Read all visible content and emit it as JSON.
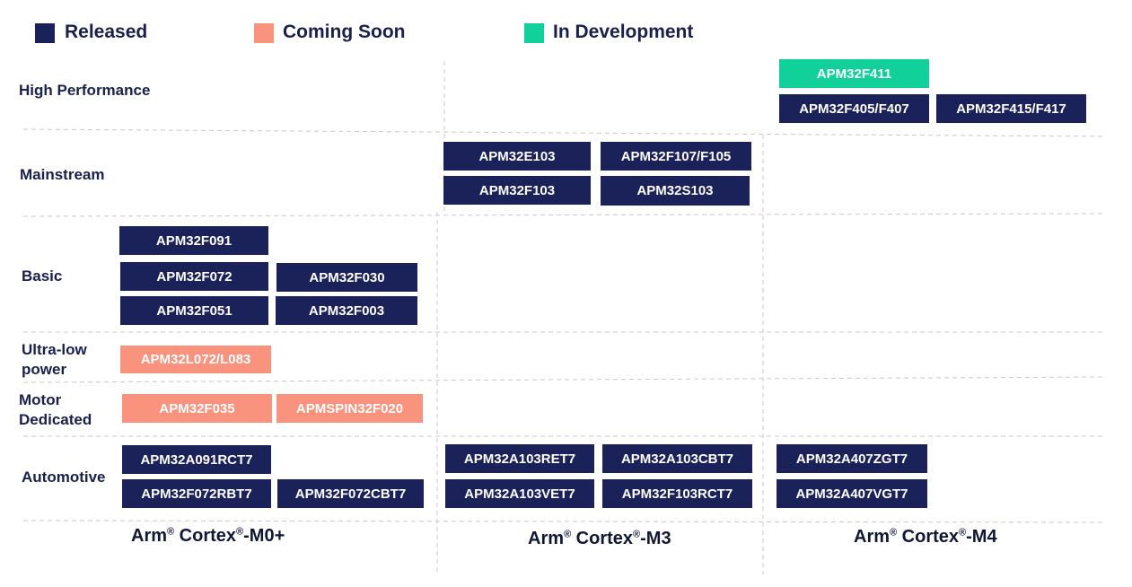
{
  "colors": {
    "released": "#1b2159",
    "coming_soon": "#f9937d",
    "in_development": "#12d09a",
    "grid": "#c8c8c8",
    "text": "#1a1f4b"
  },
  "legend": {
    "released": "Released",
    "coming_soon": "Coming Soon",
    "in_development": "In Development"
  },
  "rows": {
    "high_performance": "High Performance",
    "mainstream": "Mainstream",
    "basic": "Basic",
    "ultra_low_power_1": "Ultra-low",
    "ultra_low_power_2": "power",
    "motor_dedicated_1": "Motor",
    "motor_dedicated_2": "Dedicated",
    "automotive": "Automotive"
  },
  "columns": {
    "m0plus": {
      "arm": "Arm",
      "reg1": "®",
      "cortex": " Cortex",
      "reg2": "®",
      "core": "-M0+"
    },
    "m3": {
      "arm": "Arm",
      "reg1": "®",
      "cortex": " Cortex",
      "reg2": "®",
      "core": "-M3"
    },
    "m4": {
      "arm": "Arm",
      "reg1": "®",
      "cortex": " Cortex",
      "reg2": "®",
      "core": "-M4"
    }
  },
  "chips": {
    "f411": {
      "label": "APM32F411",
      "status": "in_development"
    },
    "f405": {
      "label": "APM32F405/F407",
      "status": "released"
    },
    "f415": {
      "label": "APM32F415/F417",
      "status": "released"
    },
    "e103": {
      "label": "APM32E103",
      "status": "released"
    },
    "f107": {
      "label": "APM32F107/F105",
      "status": "released"
    },
    "f103": {
      "label": "APM32F103",
      "status": "released"
    },
    "s103": {
      "label": "APM32S103",
      "status": "released"
    },
    "f091": {
      "label": "APM32F091",
      "status": "released"
    },
    "f072": {
      "label": "APM32F072",
      "status": "released"
    },
    "f030": {
      "label": "APM32F030",
      "status": "released"
    },
    "f051": {
      "label": "APM32F051",
      "status": "released"
    },
    "f003": {
      "label": "APM32F003",
      "status": "released"
    },
    "l072": {
      "label": "APM32L072/L083",
      "status": "coming_soon"
    },
    "f035": {
      "label": "APM32F035",
      "status": "coming_soon"
    },
    "spin": {
      "label": "APMSPIN32F020",
      "status": "coming_soon"
    },
    "a091": {
      "label": "APM32A091RCT7",
      "status": "released"
    },
    "f072rbt7": {
      "label": "APM32F072RBT7",
      "status": "released"
    },
    "f072cbt7": {
      "label": "APM32F072CBT7",
      "status": "released"
    },
    "a103ret7": {
      "label": "APM32A103RET7",
      "status": "released"
    },
    "a103cbt7": {
      "label": "APM32A103CBT7",
      "status": "released"
    },
    "a103vet7": {
      "label": "APM32A103VET7",
      "status": "released"
    },
    "f103rct7": {
      "label": "APM32F103RCT7",
      "status": "released"
    },
    "a407zgt7": {
      "label": "APM32A407ZGT7",
      "status": "released"
    },
    "a407vgt7": {
      "label": "APM32A407VGT7",
      "status": "released"
    }
  }
}
